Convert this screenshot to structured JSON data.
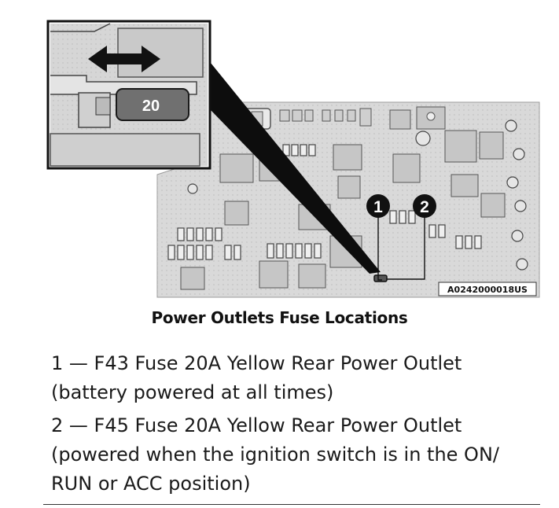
{
  "figure": {
    "inset_fuse_label": "20",
    "callouts": [
      "1",
      "2"
    ],
    "image_code": "A0242000018US"
  },
  "caption": "Power Outlets Fuse Locations",
  "items": [
    {
      "text": "1 — F43 Fuse 20A Yellow Rear Power Outlet (battery powered at all times)"
    },
    {
      "text": "2 — F45 Fuse 20A Yellow Rear Power Outlet (powered when the ignition switch is in the ON/ RUN or ACC position)"
    }
  ],
  "colors": {
    "board": "#d9d9d9",
    "component": "#c6c6c6",
    "inset_fuse": "#707070",
    "text": "#1a1a1a"
  }
}
